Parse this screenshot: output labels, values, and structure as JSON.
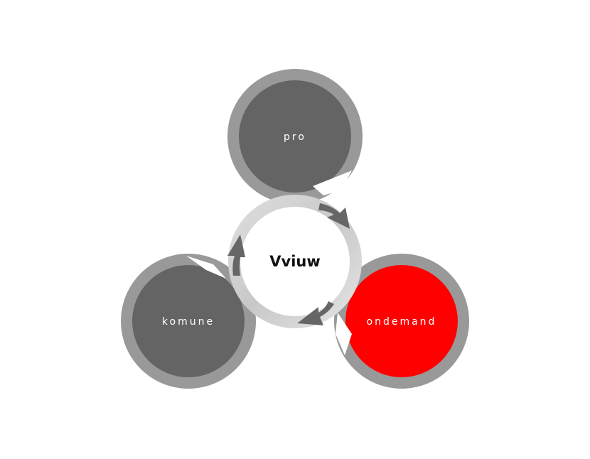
{
  "center": {
    "label": "Vviuw"
  },
  "nodes": [
    {
      "label": "pro",
      "color": "#646464",
      "ring": "#999999"
    },
    {
      "label": "komune",
      "color": "#646464",
      "ring": "#999999"
    },
    {
      "label": "ondemand",
      "color": "#ff0000",
      "ring": "#999999"
    }
  ],
  "colors": {
    "arrow": "#666666",
    "center_ring": "#d4d4d4"
  }
}
